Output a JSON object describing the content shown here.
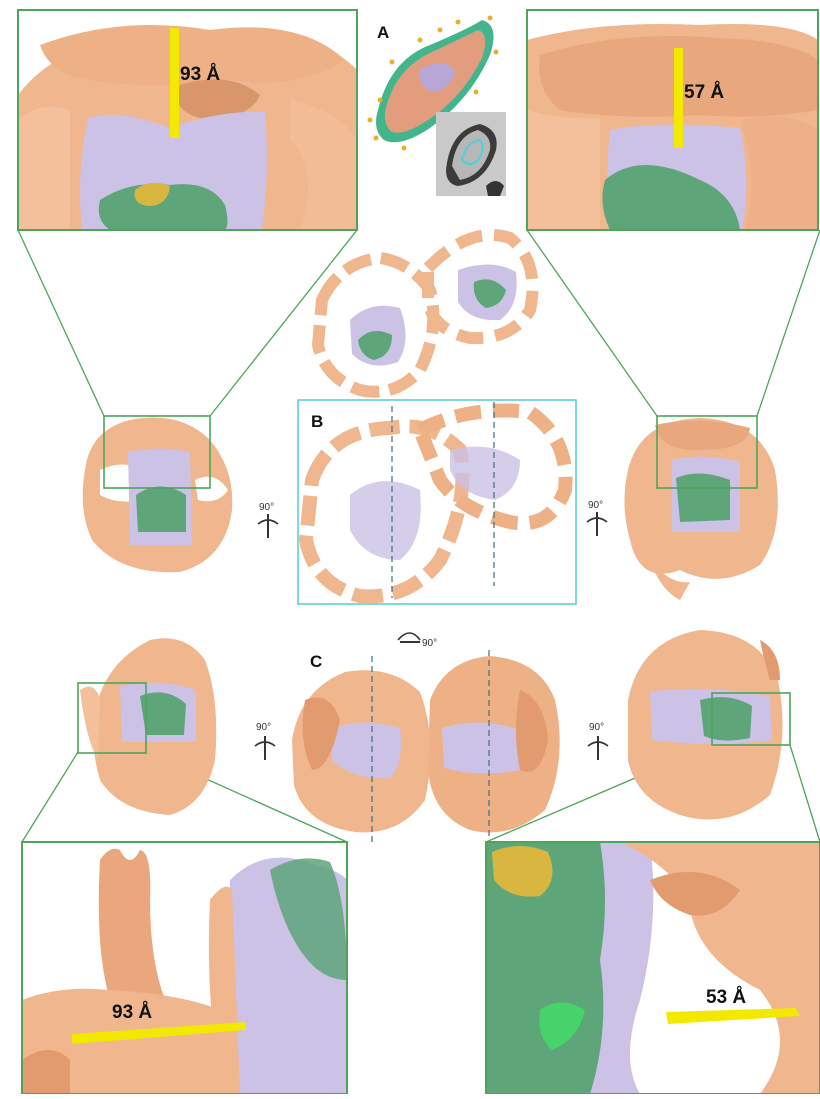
{
  "panels": {
    "a": "A",
    "b": "B",
    "c": "C"
  },
  "measurements": {
    "top_left": "93 Å",
    "top_right": "57 Å",
    "bottom_left": "93 Å",
    "bottom_right": "53 Å"
  },
  "rotations": {
    "b_left": "90°",
    "b_right": "90°",
    "c_top": "90°",
    "c_left": "90°",
    "c_right": "90°"
  },
  "colors": {
    "density": "#f0b68e",
    "density_shade": "#d98e62",
    "core": "#c9c0e4",
    "protein": "#5fa57a",
    "ligand": "#d9b640",
    "frame": "#4da55a",
    "box_b": "#5fd0d8",
    "measure_bar": "#f2e800"
  }
}
